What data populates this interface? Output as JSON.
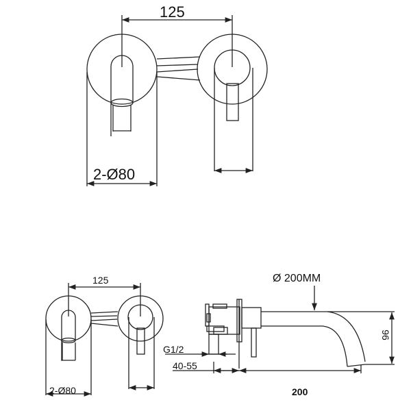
{
  "top_view": {
    "spacing_label": "125",
    "diameter_label": "2-Ø80"
  },
  "bottom_front_view": {
    "spacing_label": "125",
    "diameter_label": "2-Ø80"
  },
  "side_view": {
    "spout_diameter_label": "Ø 200MM",
    "thread_label": "G1/2",
    "wall_depth_label": "40-55",
    "height_label": "96",
    "length_label": "200"
  },
  "colors": {
    "line": "#222222",
    "background": "#ffffff"
  }
}
